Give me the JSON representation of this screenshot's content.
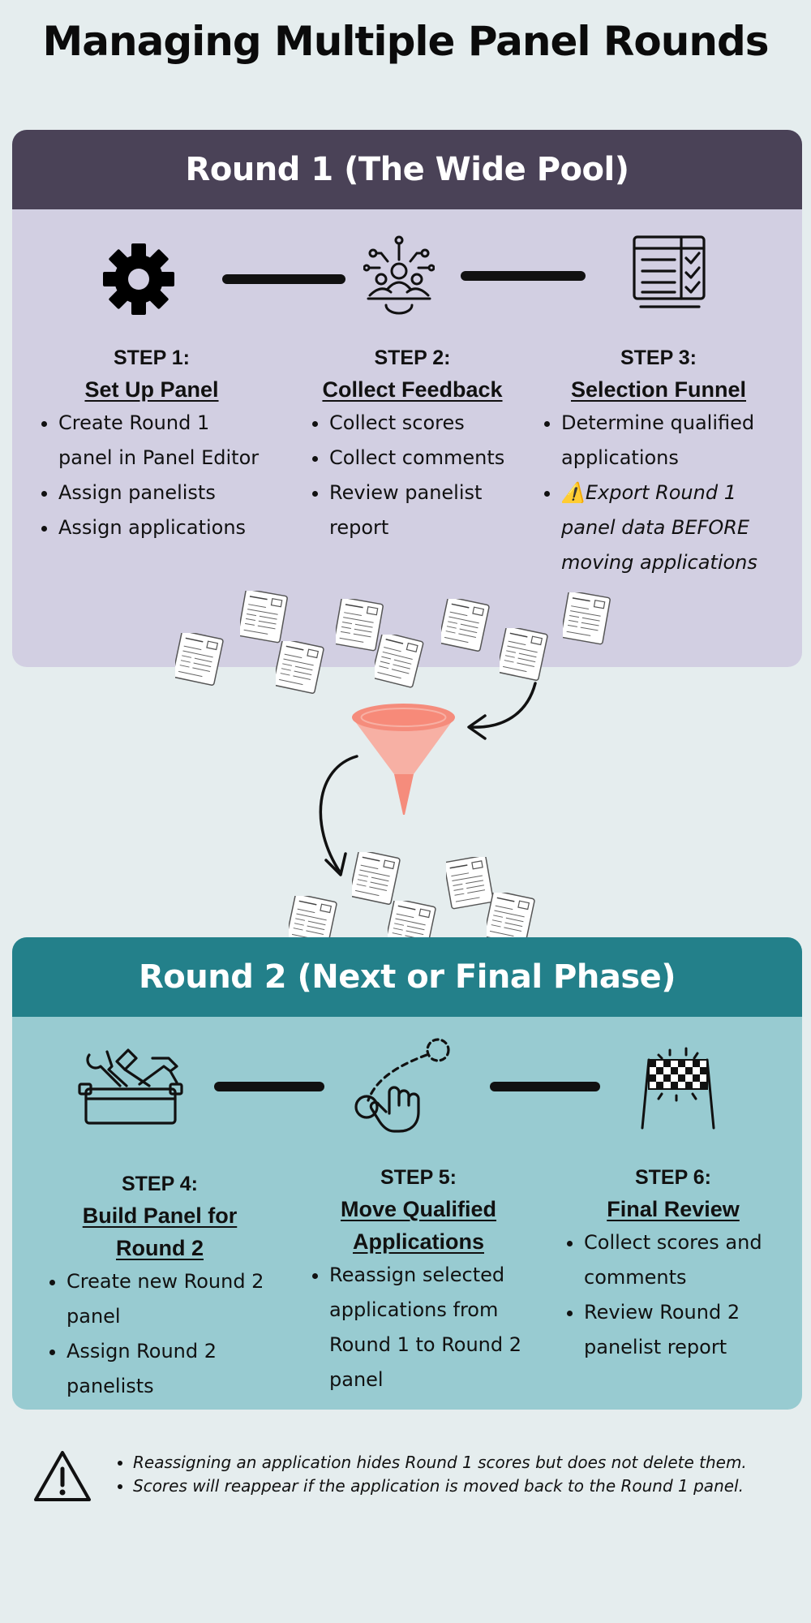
{
  "title": "Managing Multiple Panel Rounds",
  "round1": {
    "header": "Round 1 (The Wide Pool)",
    "steps": [
      {
        "head": "STEP 1:",
        "name": "Set Up Panel",
        "bullets": [
          "Create Round 1 panel in Panel Editor",
          "Assign panelists",
          "Assign applications"
        ],
        "icon": "gear-icon"
      },
      {
        "head": "STEP 2:",
        "name": "Collect Feedback",
        "bullets": [
          "Collect scores",
          "Collect comments",
          "Review panelist report"
        ],
        "icon": "team-network-icon"
      },
      {
        "head": "STEP 3:",
        "name": "Selection Funnel",
        "bullets": [
          "Determine qualified applications",
          "⚠️Export Round 1 panel data BEFORE moving applications"
        ],
        "icon": "checklist-icon"
      }
    ]
  },
  "round2": {
    "header": "Round 2 (Next or Final Phase)",
    "steps": [
      {
        "head": "STEP 4:",
        "name_line1": "Build Panel for",
        "name_line2": "Round 2",
        "bullets": [
          "Create new Round 2 panel",
          "Assign Round 2 panelists"
        ],
        "icon": "toolbox-icon"
      },
      {
        "head": "STEP 5:",
        "name_line1": "Move Qualified",
        "name_line2": "Applications",
        "bullets": [
          "Reassign selected applications from Round 1 to Round 2 panel"
        ],
        "icon": "drag-move-icon"
      },
      {
        "head": "STEP 6:",
        "name": "Final Review",
        "bullets": [
          "Collect scores and comments",
          "Review Round 2 panelist report"
        ],
        "icon": "finish-flag-icon"
      }
    ]
  },
  "warnings": [
    "Reassigning an application hides Round 1 scores but does not delete them.",
    "Scores will reappear if the application is moved back to the Round 1 panel."
  ],
  "colors": {
    "background": "#e5edee",
    "round1_header": "#4a4257",
    "round1_body": "#d2cfe2",
    "round2_header": "#23808a",
    "round2_body": "#98cbd1",
    "funnel": "#f58c7c"
  }
}
